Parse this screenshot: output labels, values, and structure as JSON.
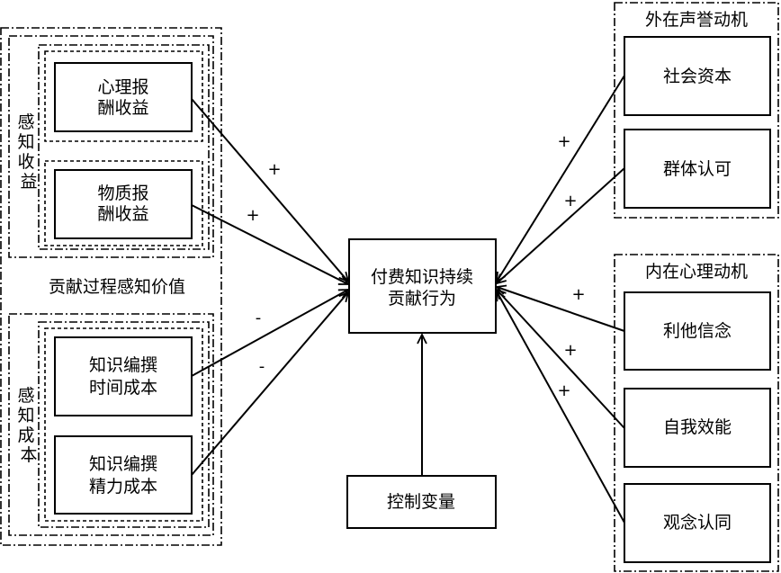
{
  "center": {
    "line1": "付费知识持续",
    "line2": "贡献行为"
  },
  "control": {
    "label": "控制变量"
  },
  "left": {
    "middle_label": "贡献过程感知价值",
    "benefit_group": {
      "label": "感知收益",
      "boxes": [
        {
          "line1": "心理报",
          "line2": "酬收益"
        },
        {
          "line1": "物质报",
          "line2": "酬收益"
        }
      ]
    },
    "cost_group": {
      "label": "感知成本",
      "boxes": [
        {
          "line1": "知识编撰",
          "line2": "时间成本"
        },
        {
          "line1": "知识编撰",
          "line2": "精力成本"
        }
      ]
    }
  },
  "right": {
    "external": {
      "label": "外在声誉动机",
      "boxes": [
        "社会资本",
        "群体认可"
      ]
    },
    "internal": {
      "label": "内在心理动机",
      "boxes": [
        "利他信念",
        "自我效能",
        "观念认同"
      ]
    }
  },
  "signs": {
    "left": [
      "+",
      "+",
      "-",
      "-"
    ],
    "right": [
      "+",
      "+",
      "+",
      "+",
      "+"
    ]
  }
}
